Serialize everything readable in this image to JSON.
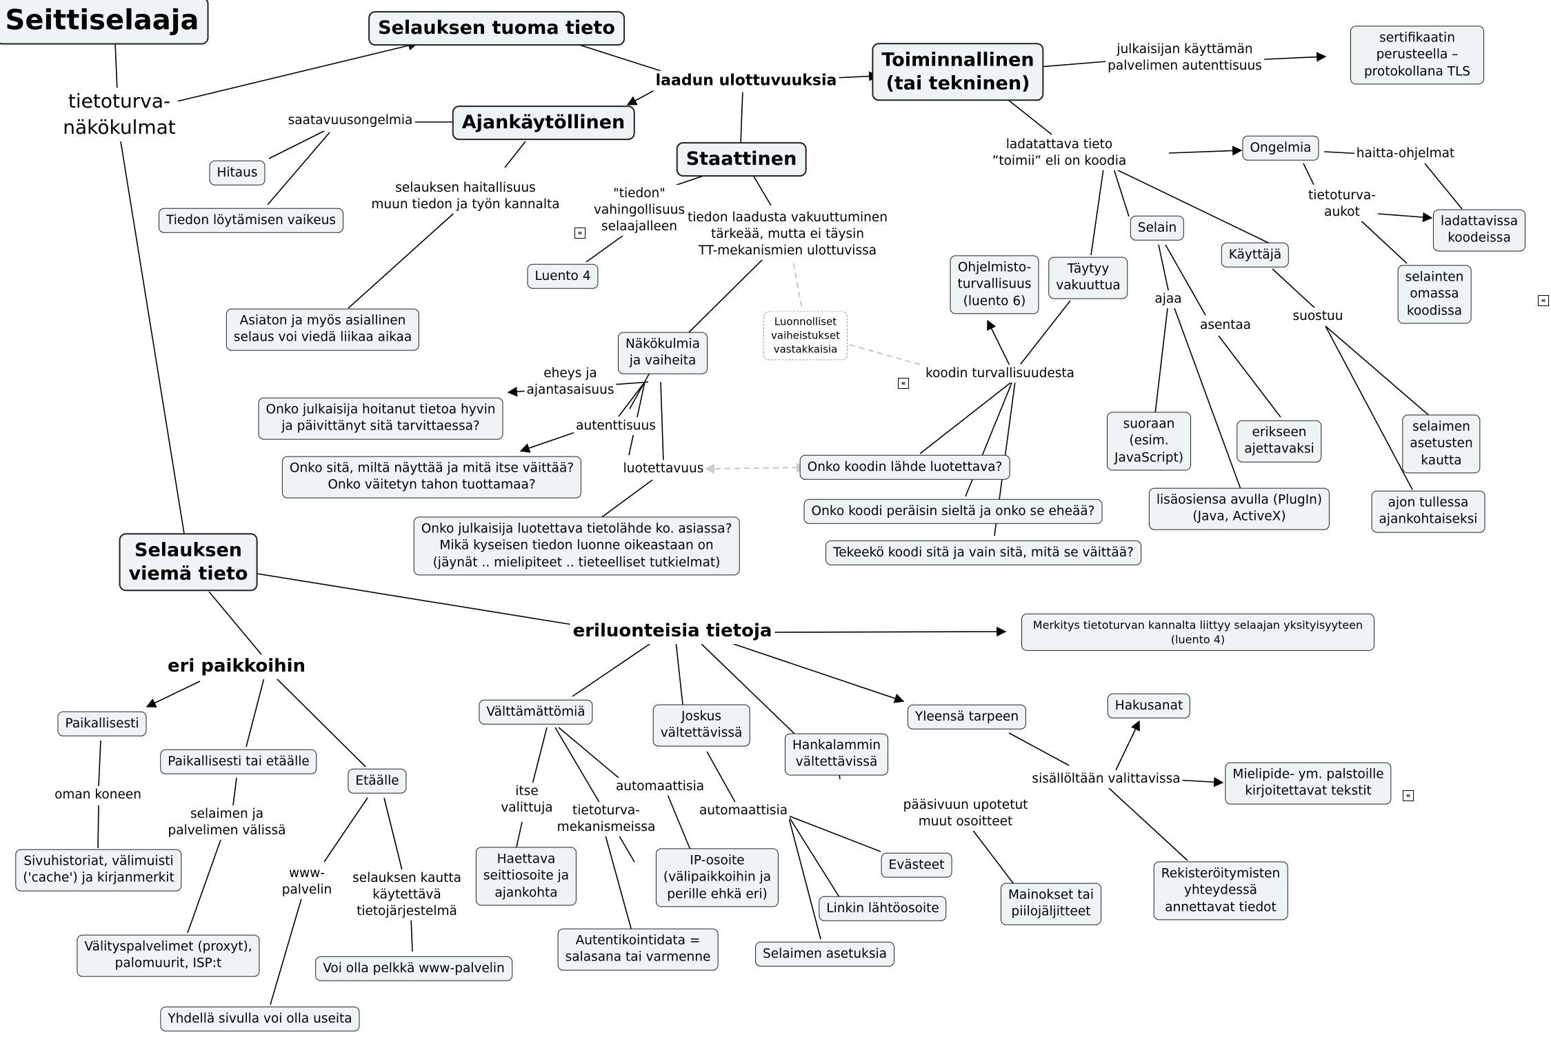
{
  "diagram": {
    "title": "Seittiselaaja",
    "nodes": {
      "tt_nakokulmat": "tietoturva-\nnäkökulmat",
      "selauksen_tuoma": "Selauksen tuoma tieto",
      "laadun_ulottuvuuksia": "laadun ulottuvuuksia",
      "toiminnallinen": "Toiminnallinen\n(tai tekninen)",
      "julkaisijan_autentt": "julkaisijan käyttämän\npalvelimen autenttisuus",
      "sertifikaatin": "sertifikaatin perusteella –\nprotokollana TLS",
      "ajankaytollinen": "Ajankäytöllinen",
      "saatavuusongelmia": "saatavuusongelmia",
      "hitaus": "Hitaus",
      "tiedon_loytamisen": "Tiedon löytämisen vaikeus",
      "staattinen": "Staattinen",
      "tiedon_vahingollisuus": "\"tiedon\"\nvahingollisuus\nselaajalleen",
      "luento4": "Luento 4",
      "selauksen_haitallisuus": "selauksen haitallisuus\nmuun tiedon ja työn kannalta",
      "asiaton": "Asiaton ja myös asiallinen\nselaus voi viedä liikaa aikaa",
      "tiedon_laadusta": "tiedon laadusta vakuuttuminen\ntärkeää, mutta ei täysin\nTT-mekanismien ulottuvissa",
      "luonnolliset": "Luonnolliset\nvaiheistukset\nvastakkaisia",
      "nakokulmia": "Näkökulmia\nja vaiheita",
      "eheys": "eheys ja\najantasaisuus",
      "onko_julkaisija_hoitanut": "Onko julkaisija hoitanut tietoa hyvin\nja päivittänyt sitä tarvittaessa?",
      "autenttisuus": "autenttisuus",
      "onko_sita": "Onko sitä, miltä näyttää ja mitä itse väittää?\nOnko väitetyn tahon tuottamaa?",
      "luotettavuus": "luotettavuus",
      "onko_julkaisija_luotettava": "Onko julkaisija luotettava tietolähde ko. asiassa?\nMikä kyseisen tiedon luonne oikeastaan on\n(jäynät .. mielipiteet ..  tieteelliset tutkielmat)",
      "ladatattava": "ladatattava tieto\n”toimii” eli on koodia",
      "ongelmia": "Ongelmia",
      "haitta_ohjelmat": "haitta-ohjelmat",
      "tietoturva_aukot": "tietoturva-\naukot",
      "ladattavissa": "ladattavissa\nkoodeissa",
      "selainten_omassa": "selainten\nomassa\nkoodissa",
      "selain": "Selain",
      "kayttaja": "Käyttäjä",
      "taytyy_vakuuttua": "Täytyy\nvakuuttua",
      "ohjelmistoturvallisuus": "Ohjelmisto-\nturvallisuus\n(luento 6)",
      "koodin_turvallisuudesta": "koodin turvallisuudesta",
      "onko_koodin_lahde": "Onko koodin lähde luotettava?",
      "onko_koodi_perasin": "Onko koodi peräisin sieltä ja onko se eheää?",
      "tekeeko_koodi": "Tekeekö koodi sitä ja vain sitä, mitä se väittää?",
      "ajaa": "ajaa",
      "asentaa": "asentaa",
      "suoraan": "suoraan\n(esim.\nJavaScript)",
      "erikseen": "erikseen\najettavaksi",
      "lisaosiensa": "lisäosiensa avulla (PlugIn)\n(Java, ActiveX)",
      "suostuu": "suostuu",
      "selaimen_asetusten": "selaimen\nasetusten\nkautta",
      "ajon_tullessa": "ajon tullessa\najankohtaiseksi",
      "selauksen_viema": "Selauksen\nviemä tieto",
      "eri_paikkoihin": "eri paikkoihin",
      "paikallisesti": "Paikallisesti",
      "oman_koneen": "oman koneen",
      "sivuhistoriat": "Sivuhistoriat, välimuisti\n('cache') ja kirjanmerkit",
      "paikallisesti_tai_etaalle": "Paikallisesti tai etäälle",
      "selaimen_ja_palvelimen": "selaimen ja\npalvelimen välissä",
      "valityspalvelimet": "Välityspalvelimet (proxyt),\npalomuurit, ISP:t",
      "etaalle": "Etäälle",
      "www_palvelin": "www-\npalvelin",
      "yhdella_sivulla": "Yhdellä sivulla voi olla useita",
      "selauksen_kautta": "selauksen kautta\nkäytettävä\ntietojärjestelmä",
      "voi_olla_pelkka": "Voi olla pelkkä www-palvelin",
      "eriluonteisia": "eriluonteisia tietoja",
      "merkitys": "Merkitys tietoturvan kannalta liittyy selaajan yksityisyyteen (luento 4)",
      "valttamattomia": "Välttämättömiä",
      "itse_valittuja": "itse\nvalittuja",
      "haettava": "Haettava\nseittiosoite ja\najankohta",
      "tietoturvamekanismeissa": "tietoturva-\nmekanismeissa",
      "autentikointidata": "Autentikointidata =\nsalasana tai varmenne",
      "automaattisia1": "automaattisia",
      "ip_osoite": "IP-osoite\n(välipaikkoihin ja\nperille ehkä eri)",
      "joskus": "Joskus\nvältettävissä",
      "automaattisia2": "automaattisia",
      "hankalammin": "Hankalammin\nvältettävissä",
      "evasteet": "Evästeet",
      "linkin": "Linkin lähtöosoite",
      "selaimen_asetuksia": "Selaimen asetuksia",
      "yleensa_tarpeen": "Yleensä tarpeen",
      "paasivuun": "pääsivuun upotetut\nmuut osoitteet",
      "mainokset": "Mainokset tai\npiilojäljitteet",
      "sisalloltaan": "sisällöltään valittavissa",
      "hakusanat": "Hakusanat",
      "mielipide": "Mielipide- ym. palstoille\nkirjoitettavat tekstit",
      "rekisteroitymisten": "Rekisteröitymisten\nyhteydessä\nannettavat tiedot"
    },
    "markers": [
      "«",
      "«",
      "«",
      "«"
    ],
    "colors": {
      "node_fill": "#eef4f6",
      "line": "#000000",
      "dashed": "#aaaaaa"
    }
  }
}
